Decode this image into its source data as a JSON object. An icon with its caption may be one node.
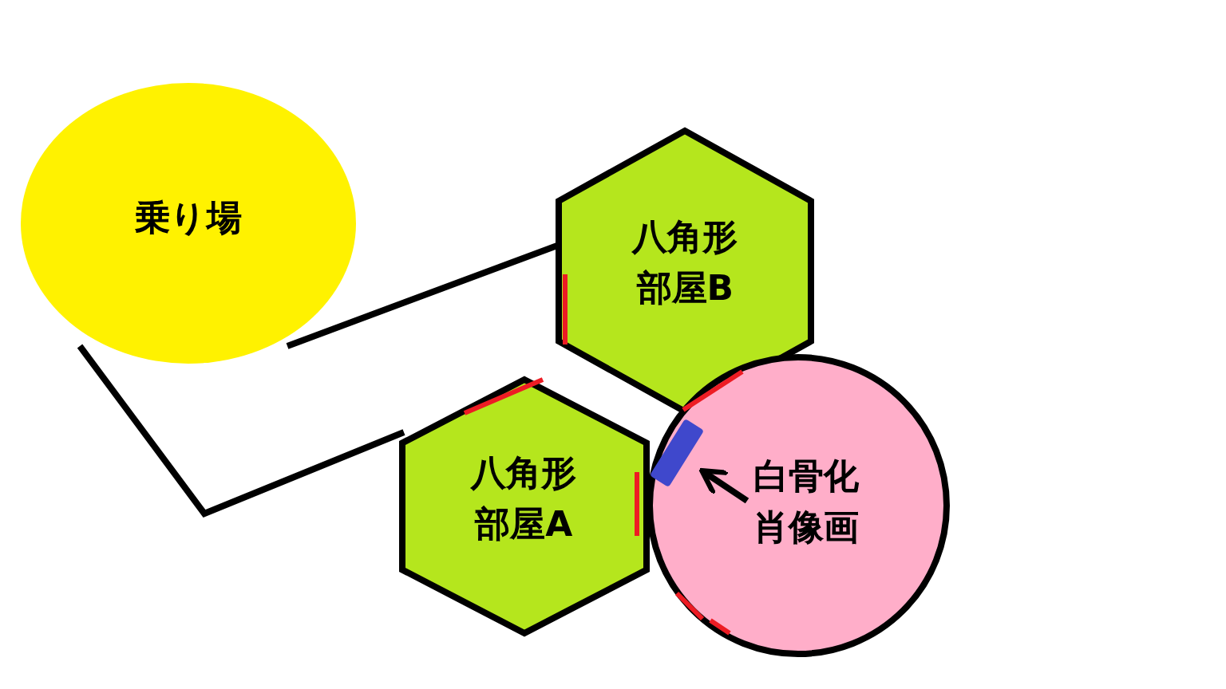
{
  "diagram": {
    "nodes": [
      {
        "text": [
          "乗り場"
        ]
      },
      {
        "text": [
          "八角形部屋B"
        ]
      },
      {
        "text": [
          "八角形部屋A"
        ]
      },
      {
        "text": [],
        "shape": "circle"
      },
      {
        "text": [
          "白骨化肖像画"
        ],
        "in": 3
      },
      {
        "text": [],
        "shape": "bar",
        "in": 3
      }
    ],
    "edges": [
      {
        "from": 0,
        "to": 1,
        "arrow": "none"
      },
      {
        "from": 0,
        "to": 2,
        "arrow": "none"
      },
      {
        "from": 4,
        "to": 5,
        "arrow": "to"
      }
    ]
  }
}
